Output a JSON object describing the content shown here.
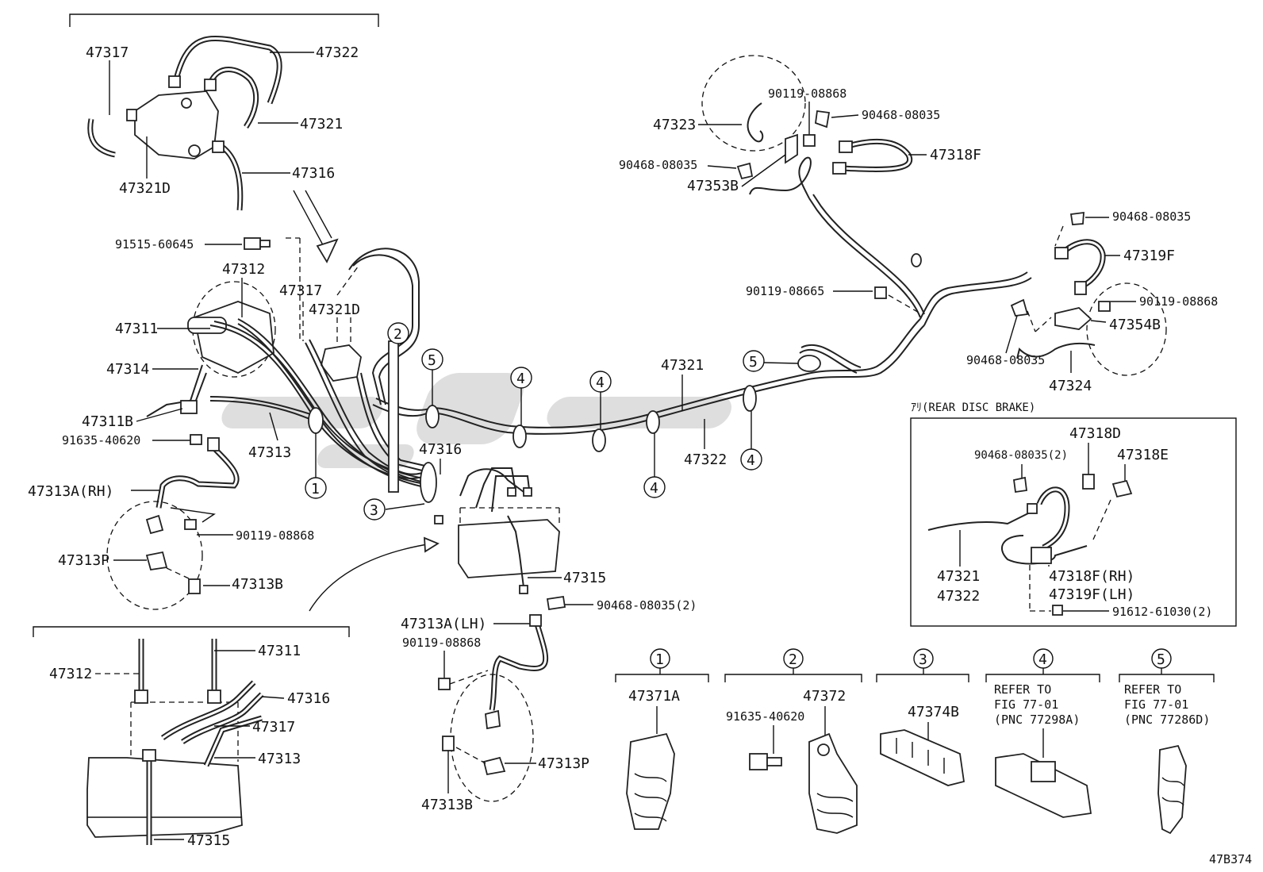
{
  "diagram": {
    "figure_code": "47B374",
    "rear_disc_label": "ｱﾘ(REAR DISC BRAKE)",
    "callouts": {
      "c47317_top": "47317",
      "c47322_top": "47322",
      "c47321_top": "47321",
      "c47321D_top": "47321D",
      "c47316_top": "47316",
      "c91515": "91515-60645",
      "c47312": "47312",
      "c47317_mid": "47317",
      "c47321D_mid": "47321D",
      "c47311": "47311",
      "c47314": "47314",
      "c47311B": "47311B",
      "c91635_left": "91635-40620",
      "c47313": "47313",
      "c47313A_RH": "47313A(RH)",
      "c90119_left": "90119-08868",
      "c47313P_left": "47313P",
      "c47313B_left": "47313B",
      "c47316_mid": "47316",
      "c47321_mid": "47321",
      "c47322_mid": "47322",
      "c47315_mid": "47315",
      "c90468_2_mid": "90468-08035(2)",
      "c47313A_LH": "47313A(LH)",
      "c90119_lh": "90119-08868",
      "c47313P_lh": "47313P",
      "c47313B_lh": "47313B",
      "c90119_top": "90119-08868",
      "c90468_top1": "90468-08035",
      "c47323": "47323",
      "c47318F": "47318F",
      "c90468_top2": "90468-08035",
      "c47353B": "47353B",
      "c90468_right1": "90468-08035",
      "c47319F": "47319F",
      "c90119_665": "90119-08665",
      "c90119_right": "90119-08868",
      "c47354B": "47354B",
      "c90468_right2": "90468-08035",
      "c47324": "47324",
      "c47318D": "47318D",
      "c47318E": "47318E",
      "c90468_box": "90468-08035(2)",
      "c47321_box": "47321",
      "c47322_box": "47322",
      "c47318F_RH": "47318F(RH)",
      "c47319F_LH": "47319F(LH)",
      "c91612": "91612-61030(2)",
      "c47312_inset": "47312",
      "c47311_inset": "47311",
      "c47316_inset": "47316",
      "c47317_inset": "47317",
      "c47313_inset": "47313",
      "c47315_inset": "47315",
      "c47371A": "47371A",
      "c47372": "47372",
      "c91635_bottom": "91635-40620",
      "c47374B": "47374B",
      "ref4_line1": "REFER TO",
      "ref4_line2": "FIG 77-01",
      "ref4_line3": "(PNC 77298A)",
      "ref5_line1": "REFER TO",
      "ref5_line2": "FIG 77-01",
      "ref5_line3": "(PNC 77286D)"
    },
    "circle_numbers": {
      "n1": "1",
      "n2": "2",
      "n3": "3",
      "n4": "4",
      "n5": "5"
    }
  }
}
